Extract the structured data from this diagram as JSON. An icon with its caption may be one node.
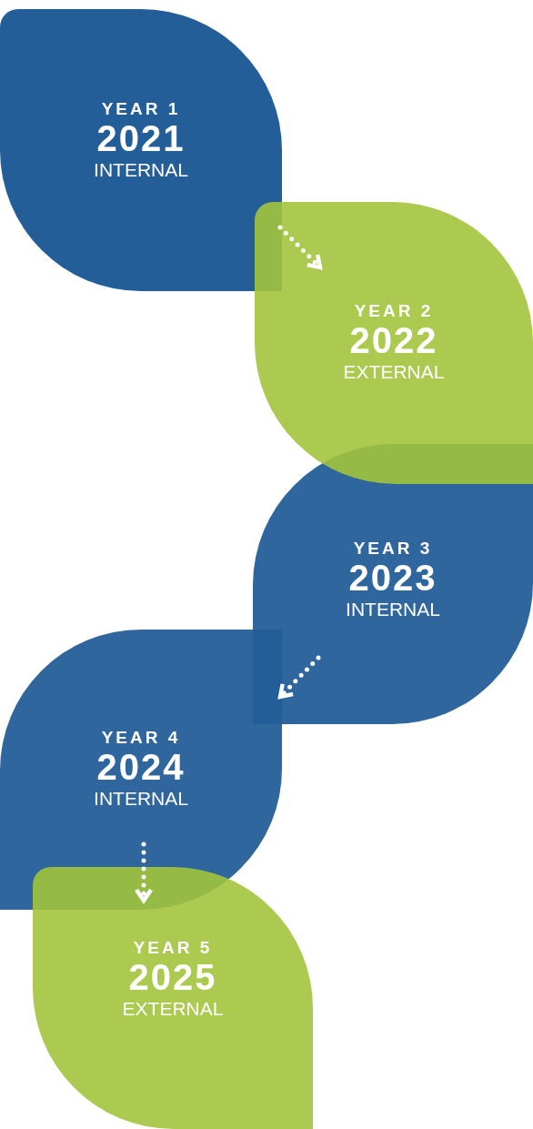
{
  "diagram": {
    "nodes": [
      {
        "text": [
          "YEAR 1",
          "2021",
          "INTERNAL"
        ]
      },
      {
        "text": [
          "YEAR 2",
          "2022",
          "EXTERNAL"
        ]
      },
      {
        "text": [
          "YEAR 3",
          "2023",
          "INTERNAL"
        ]
      },
      {
        "text": [
          "YEAR 4",
          "2024",
          "INTERNAL"
        ]
      },
      {
        "text": [
          "YEAR 5",
          "2025",
          "EXTERNAL"
        ]
      }
    ],
    "edges": [
      {
        "from": 0,
        "to": 1,
        "arrow": "to",
        "style": "dashed"
      },
      {
        "from": 2,
        "to": 3,
        "arrow": "to",
        "style": "dashed"
      },
      {
        "from": 3,
        "to": 4,
        "arrow": "to",
        "style": "dashed"
      }
    ]
  }
}
